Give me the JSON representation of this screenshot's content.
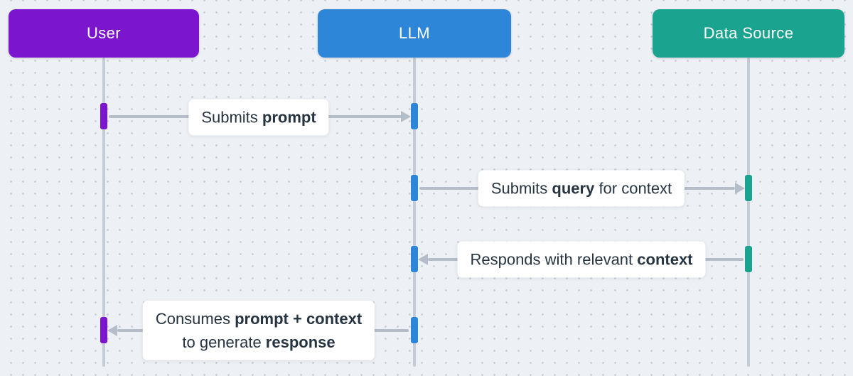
{
  "diagram": {
    "type": "sequence",
    "actors": [
      {
        "id": "user",
        "label": "User",
        "color": "#7b16ce"
      },
      {
        "id": "llm",
        "label": "LLM",
        "color": "#2e86d8"
      },
      {
        "id": "ds",
        "label": "Data Source",
        "color": "#1aa38f"
      }
    ],
    "messages": [
      {
        "from": "User",
        "to": "LLM",
        "direction": "right",
        "segments": [
          {
            "text": "Submits ",
            "bold": false
          },
          {
            "text": "prompt",
            "bold": true
          }
        ]
      },
      {
        "from": "LLM",
        "to": "Data Source",
        "direction": "right",
        "segments": [
          {
            "text": "Submits ",
            "bold": false
          },
          {
            "text": "query",
            "bold": true
          },
          {
            "text": " for context",
            "bold": false
          }
        ]
      },
      {
        "from": "Data Source",
        "to": "LLM",
        "direction": "left",
        "segments": [
          {
            "text": "Responds with relevant ",
            "bold": false
          },
          {
            "text": "context",
            "bold": true
          }
        ]
      },
      {
        "from": "LLM",
        "to": "User",
        "direction": "left",
        "lines": [
          {
            "segments": [
              {
                "text": "Consumes ",
                "bold": false
              },
              {
                "text": "prompt + context",
                "bold": true
              }
            ]
          },
          {
            "segments": [
              {
                "text": "to generate ",
                "bold": false
              },
              {
                "text": "response",
                "bold": true
              }
            ]
          }
        ]
      }
    ],
    "colors": {
      "background": "#edf0f4",
      "grid_dot": "#c8ced6",
      "lifeline": "#c6ccd5",
      "arrow": "#b5bdc8",
      "label_background": "#ffffff",
      "label_text": "#263340",
      "actor_text": "#ffffff"
    }
  }
}
